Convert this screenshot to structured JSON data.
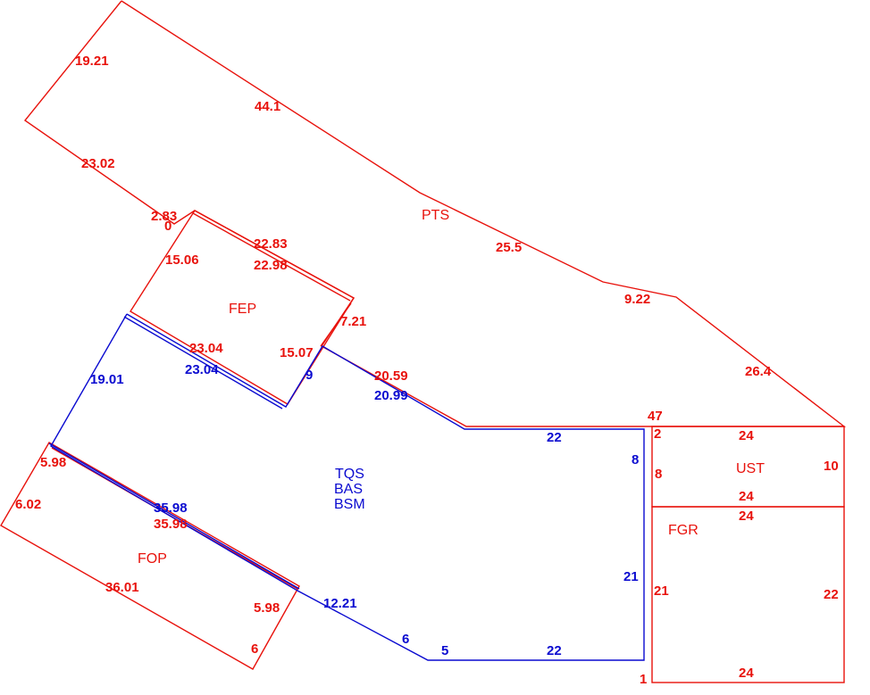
{
  "colors": {
    "red": "#e8120c",
    "blue": "#0a0ad0"
  },
  "zones": {
    "pts": "PTS",
    "fep": "FEP",
    "fop": "FOP",
    "tqs": "TQS",
    "bas": "BAS",
    "bsm": "BSM",
    "ust": "UST",
    "fgr": "FGR"
  },
  "dims": {
    "pts_top_left": "19.21",
    "pts_top": "44.1",
    "pts_left_lower": "23.02",
    "pts_small": "2.83",
    "pts_zero": "0",
    "pts_mid": "25.5",
    "pts_right1": "9.22",
    "pts_right2": "26.4",
    "pts_bottom": "47",
    "fep_left": "15.06",
    "fep_top_a": "22.83",
    "fep_top_b": "22.98",
    "fep_right": "7.21",
    "fep_bottom": "23.04",
    "fep_right_inner": "15.07",
    "tqs_upper_left": "19.01",
    "tqs_fep_edge": "23.04",
    "tqs_short": "9",
    "diag_red": "20.59",
    "diag_blue": "20.99",
    "tqs_top": "22",
    "tqs_right_upper": "8",
    "tqs_right_lower": "21",
    "tqs_fop_edge": "35.98",
    "tqs_lower_diag": "12.21",
    "tqs_six": "6",
    "tqs_five": "5",
    "tqs_bottom": "22",
    "fop_top_left": "5.98",
    "fop_left": "6.02",
    "fop_top": "35.98",
    "fop_bottom": "36.01",
    "fop_right": "5.98",
    "fop_six": "6",
    "ust_left_top": "2",
    "ust_left": "8",
    "ust_top": "24",
    "ust_right": "10",
    "ust_bottom": "24",
    "fgr_top": "24",
    "fgr_left": "21",
    "fgr_right": "22",
    "fgr_bottom": "24",
    "fgr_one": "1"
  }
}
